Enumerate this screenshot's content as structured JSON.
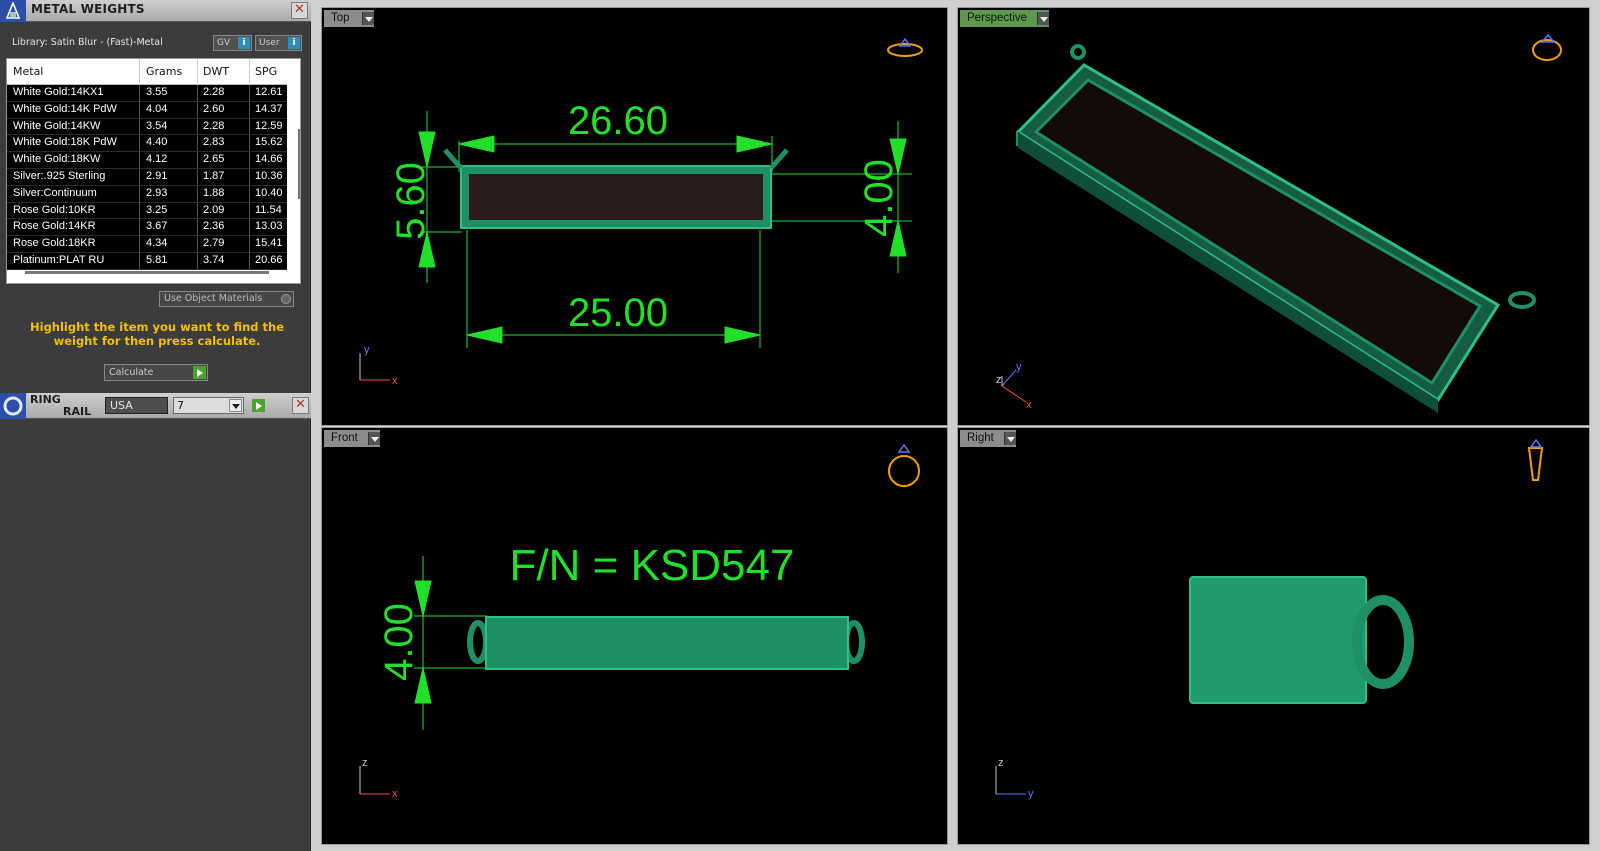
{
  "metal_panel": {
    "title": "METAL WEIGHTS",
    "library_label": "Library: Satin Blur - (Fast)-Metal",
    "gv_label": "GV",
    "user_label": "User",
    "columns": [
      "Metal",
      "Grams",
      "DWT",
      "SPG"
    ],
    "rows": [
      [
        "White Gold:14KX1",
        "3.55",
        "2.28",
        "12.61"
      ],
      [
        "White Gold:14K PdW",
        "4.04",
        "2.60",
        "14.37"
      ],
      [
        "White Gold:14KW",
        "3.54",
        "2.28",
        "12.59"
      ],
      [
        "White Gold:18K PdW",
        "4.40",
        "2.83",
        "15.62"
      ],
      [
        "White Gold:18KW",
        "4.12",
        "2.65",
        "14.66"
      ],
      [
        "Silver:.925 Sterling",
        "2.91",
        "1.87",
        "10.36"
      ],
      [
        "Silver:Continuum",
        "2.93",
        "1.88",
        "10.40"
      ],
      [
        "Rose Gold:10KR",
        "3.25",
        "2.09",
        "11.54"
      ],
      [
        "Rose Gold:14KR",
        "3.67",
        "2.36",
        "13.03"
      ],
      [
        "Rose Gold:18KR",
        "4.34",
        "2.79",
        "15.41"
      ],
      [
        "Platinum:PLAT RU",
        "5.81",
        "3.74",
        "20.66"
      ]
    ],
    "use_object_materials": "Use Object Materials",
    "hint": "Highlight the item you want to find the weight for then press calculate.",
    "calculate_label": "Calculate"
  },
  "ring_rail": {
    "title_line1": "RING",
    "title_line2": "RAIL",
    "region": "USA",
    "size": "7"
  },
  "viewports": {
    "top": {
      "label": "Top",
      "dim_width_outer": "26.60",
      "dim_width_inner": "25.00",
      "dim_left": "5.60",
      "dim_right": "4.00",
      "axis1": "y",
      "axis2": "x"
    },
    "perspective": {
      "label": "Perspective",
      "axis1": "z",
      "axis2": "y",
      "axis3": "x"
    },
    "front": {
      "label": "Front",
      "note": "F/N = KSD547",
      "dim_left": "4.00",
      "axis1": "z",
      "axis2": "x"
    },
    "right": {
      "label": "Right",
      "axis1": "z",
      "axis2": "y"
    }
  },
  "colors": {
    "dimension": "#22e02a",
    "model": "#1f8f66",
    "model_edge": "#2fbf86",
    "inner": "#2a1c1c",
    "axis_red": "#ff4a3a",
    "axis_blue": "#5a7aff",
    "axis_gray": "#c8c8c8",
    "gizmo": "#f0a000"
  }
}
